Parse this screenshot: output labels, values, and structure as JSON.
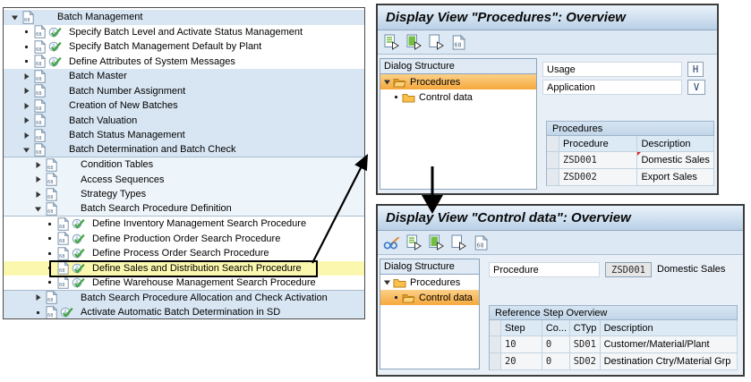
{
  "colors": {
    "band_blue": "#d8e6f3",
    "band_white": "#ffffff",
    "band_light": "#eef5fa",
    "band_highlight": "#fcf7ae",
    "selection_orange": "#f6a83c",
    "folder_yellow": "#fbbf4b",
    "activity_green": "#3fa53f",
    "title_gradient_bottom": "#b9d0e6",
    "panel_background": "#e8eff7"
  },
  "left_tree": {
    "rows": [
      {
        "label": "Batch Management",
        "level": 0,
        "marker": "expanded",
        "activity": false,
        "band": "blue",
        "sep": false
      },
      {
        "label": "Specify Batch Level and Activate Status Management",
        "level": 1,
        "marker": "bullet",
        "activity": true,
        "band": "white",
        "sep": false
      },
      {
        "label": "Specify Batch Management Default by Plant",
        "level": 1,
        "marker": "bullet",
        "activity": true,
        "band": "white",
        "sep": false
      },
      {
        "label": "Define Attributes of System Messages",
        "level": 1,
        "marker": "bullet",
        "activity": true,
        "band": "white",
        "sep": false
      },
      {
        "label": "Batch Master",
        "level": 1,
        "marker": "collapsed",
        "activity": false,
        "band": "blue",
        "sep": false
      },
      {
        "label": "Batch Number Assignment",
        "level": 1,
        "marker": "collapsed",
        "activity": false,
        "band": "blue",
        "sep": false
      },
      {
        "label": "Creation of New Batches",
        "level": 1,
        "marker": "collapsed",
        "activity": false,
        "band": "blue",
        "sep": false
      },
      {
        "label": "Batch Valuation",
        "level": 1,
        "marker": "collapsed",
        "activity": false,
        "band": "blue",
        "sep": false
      },
      {
        "label": "Batch Status Management",
        "level": 1,
        "marker": "collapsed",
        "activity": false,
        "band": "blue",
        "sep": false
      },
      {
        "label": "Batch Determination and Batch Check",
        "level": 1,
        "marker": "expanded",
        "activity": false,
        "band": "blue",
        "sep": true
      },
      {
        "label": "Condition Tables",
        "level": 2,
        "marker": "collapsed",
        "activity": false,
        "band": "light",
        "sep": false
      },
      {
        "label": "Access Sequences",
        "level": 2,
        "marker": "collapsed",
        "activity": false,
        "band": "light",
        "sep": false
      },
      {
        "label": "Strategy Types",
        "level": 2,
        "marker": "collapsed",
        "activity": false,
        "band": "light",
        "sep": false
      },
      {
        "label": "Batch Search Procedure Definition",
        "level": 2,
        "marker": "expanded",
        "activity": false,
        "band": "light",
        "sep": true
      },
      {
        "label": "Define Inventory Management Search Procedure",
        "level": 3,
        "marker": "bullet",
        "activity": true,
        "band": "white",
        "sep": false
      },
      {
        "label": "Define Production Order Search Procedure",
        "level": 3,
        "marker": "bullet",
        "activity": true,
        "band": "white",
        "sep": false
      },
      {
        "label": "Define Process Order Search Procedure",
        "level": 3,
        "marker": "bullet",
        "activity": true,
        "band": "white",
        "sep": false
      },
      {
        "label": "Define Sales and Distribution Search Procedure",
        "level": 3,
        "marker": "bullet",
        "activity": true,
        "band": "highlight",
        "sep": false
      },
      {
        "label": "Define Warehouse Management Search Procedure",
        "level": 3,
        "marker": "bullet",
        "activity": true,
        "band": "white",
        "sep": true
      },
      {
        "label": "Batch Search Procedure Allocation and Check Activation",
        "level": 2,
        "marker": "collapsed",
        "activity": false,
        "band": "blue",
        "sep": false
      },
      {
        "label": "Activate Automatic Batch Determination in SD",
        "level": 2,
        "marker": "bullet",
        "activity": true,
        "band": "blue",
        "sep": false
      }
    ],
    "highlighted_row_index": 17
  },
  "top_panel": {
    "title": "Display View \"Procedures\": Overview",
    "toolbar_icons": [
      "select-entries-icon",
      "copy-entry-icon",
      "position-icon",
      "details-icon"
    ],
    "dialog": {
      "header": "Dialog Structure",
      "items": [
        {
          "label": "Procedures",
          "marker": "expanded",
          "folder": "open",
          "selected": true
        },
        {
          "label": "Control data",
          "marker": "bullet",
          "folder": "closed",
          "selected": false
        }
      ]
    },
    "fields": [
      {
        "label": "Usage",
        "value": "H"
      },
      {
        "label": "Application",
        "value": "V"
      }
    ],
    "table": {
      "title": "Procedures",
      "columns": [
        "Procedure",
        "Description"
      ],
      "rows": [
        [
          "ZSD001",
          "Domestic Sales"
        ],
        [
          "ZSD002",
          "Export Sales"
        ]
      ]
    }
  },
  "bottom_panel": {
    "title": "Display View \"Control data\": Overview",
    "toolbar_icons": [
      "display-change-icon",
      "select-entries-icon",
      "copy-entry-icon",
      "position-icon",
      "details-icon"
    ],
    "dialog": {
      "header": "Dialog Structure",
      "items": [
        {
          "label": "Procedures",
          "marker": "expanded",
          "folder": "closed",
          "selected": false
        },
        {
          "label": "Control data",
          "marker": "bullet",
          "folder": "open",
          "selected": true
        }
      ]
    },
    "field": {
      "label": "Procedure",
      "value": "ZSD001",
      "text": "Domestic Sales"
    },
    "table": {
      "title": "Reference Step Overview",
      "columns": [
        "Step",
        "Co...",
        "CTyp",
        "Description"
      ],
      "rows": [
        [
          "10",
          "0",
          "SD01",
          "Customer/Material/Plant"
        ],
        [
          "20",
          "0",
          "SD02",
          "Destination Ctry/Material Grp"
        ]
      ]
    }
  }
}
